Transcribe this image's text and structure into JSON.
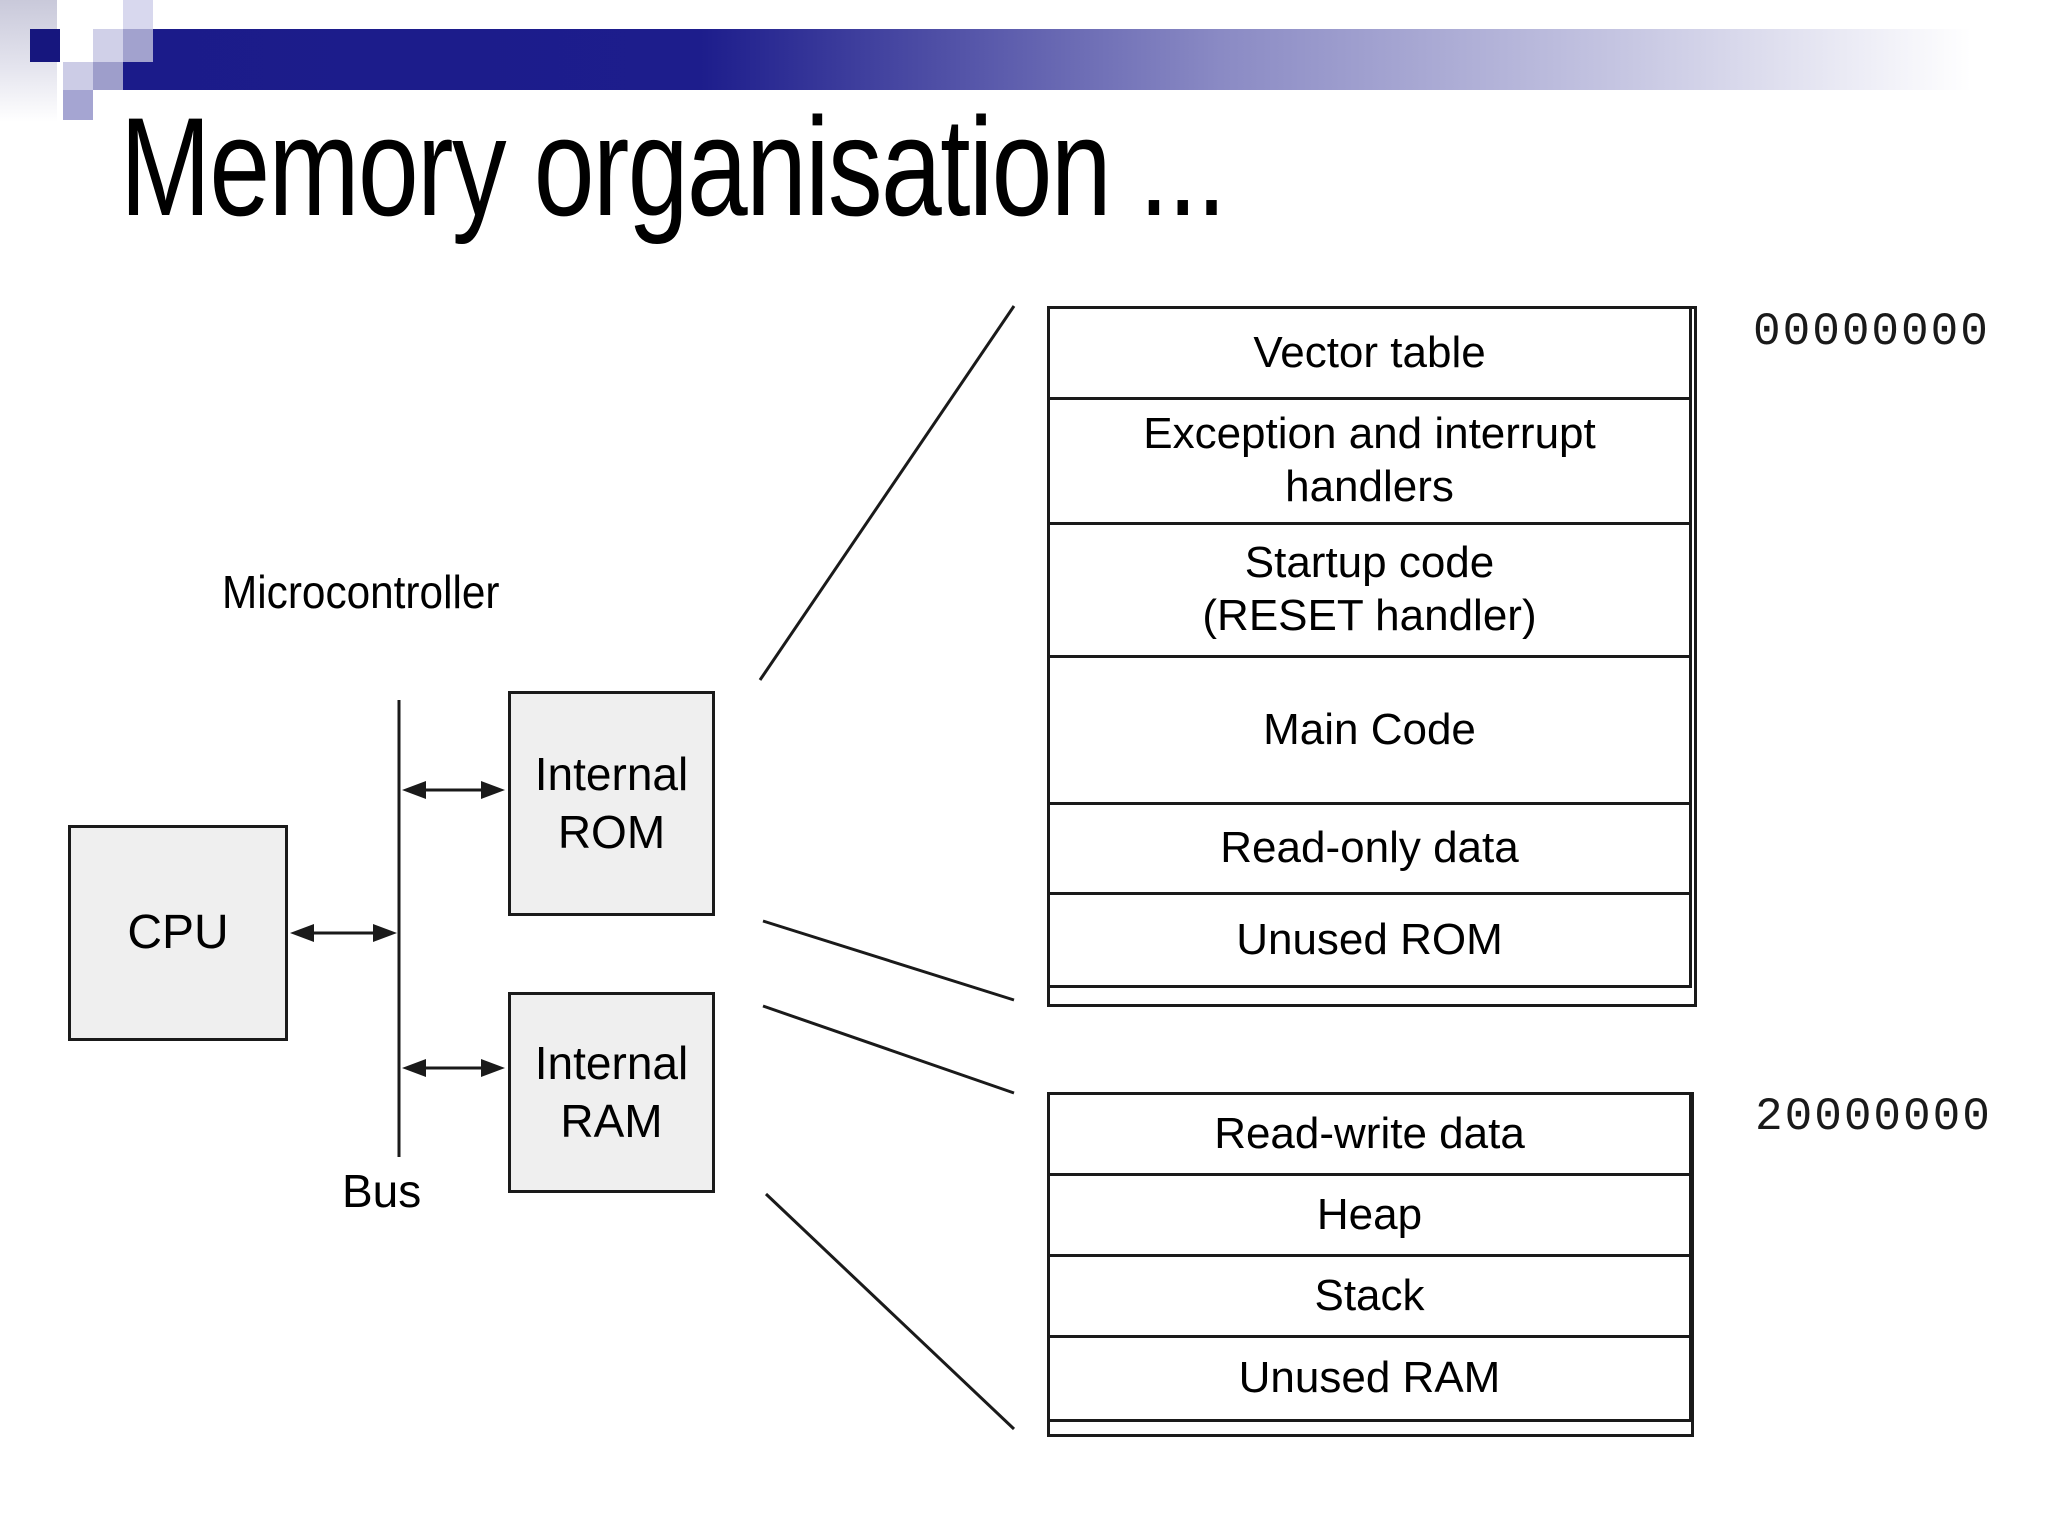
{
  "slide": {
    "title": "Memory organisation ..."
  },
  "diagram": {
    "microcontroller_label": "Microcontroller",
    "cpu_label": "CPU",
    "bus_label": "Bus",
    "rom_box_lines": [
      "Internal",
      "ROM"
    ],
    "ram_box_lines": [
      "Internal",
      "RAM"
    ]
  },
  "rom_map": {
    "base_address": "00000000",
    "rows": [
      {
        "lines": [
          "Vector table"
        ]
      },
      {
        "lines": [
          "Exception and interrupt",
          "handlers"
        ]
      },
      {
        "lines": [
          "Startup code",
          "(RESET handler)"
        ]
      },
      {
        "lines": [
          "Main Code"
        ]
      },
      {
        "lines": [
          "Read-only data"
        ]
      },
      {
        "lines": [
          "Unused ROM"
        ]
      }
    ]
  },
  "ram_map": {
    "base_address": "20000000",
    "rows": [
      {
        "lines": [
          "Read-write data"
        ]
      },
      {
        "lines": [
          "Heap"
        ]
      },
      {
        "lines": [
          "Stack"
        ]
      },
      {
        "lines": [
          "Unused RAM"
        ]
      }
    ]
  },
  "colors": {
    "bar_dark_navy": "#1b1b8a",
    "lavender_medium": "#a2a2ce",
    "lavender_light": "#d0d0e8",
    "box_fill": "#efefef",
    "line_color": "#1a1a1a"
  }
}
